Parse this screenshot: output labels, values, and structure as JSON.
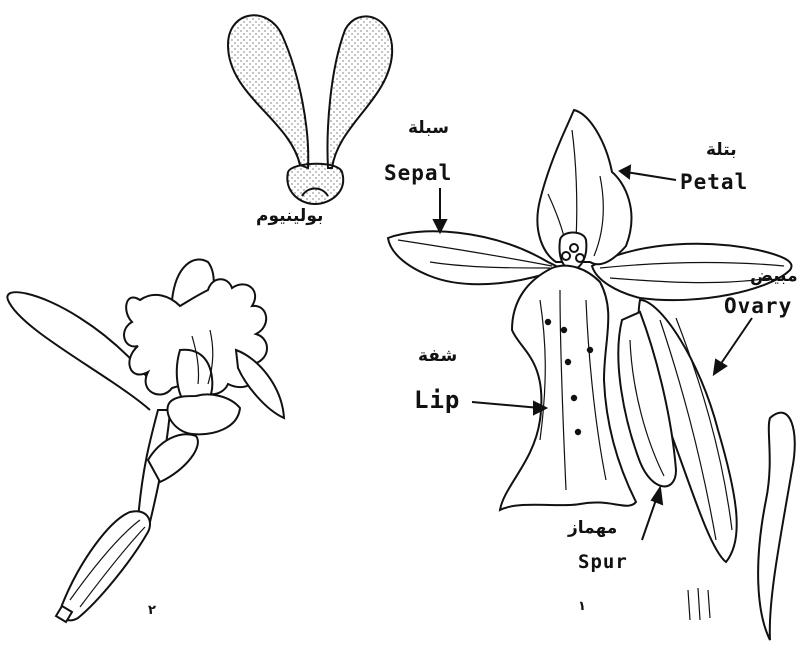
{
  "labels": {
    "sepal_ar": "سبلة",
    "sepal_en": "Sepal",
    "petal_ar": "بتلة",
    "petal_en": "Petal",
    "pollinium_ar": "بولينيوم",
    "ovary_ar": "مبيض",
    "ovary_en": "Ovary",
    "lip_ar": "شفة",
    "lip_en": "Lip",
    "spur_ar": "مهماز",
    "spur_en": "Spur",
    "fig1": "١",
    "fig2": "٢"
  },
  "colors": {
    "ink": "#111111",
    "paper": "#ffffff"
  }
}
